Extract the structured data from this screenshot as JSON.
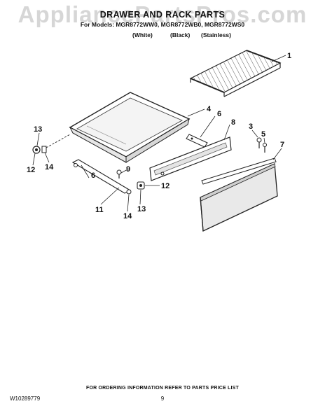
{
  "watermark": "AppliancePartsPros.com",
  "header": {
    "title": "DRAWER AND RACK PARTS",
    "models": "For Models: MGR8772WW0, MGR8772WB0, MGR8772WS0",
    "variants": [
      "(White)",
      "(Black)",
      "(Stainless)"
    ]
  },
  "callouts": [
    "1",
    "4",
    "6",
    "8",
    "3",
    "5",
    "7",
    "13",
    "12",
    "14",
    "6",
    "9",
    "12",
    "11",
    "14",
    "13"
  ],
  "footer": {
    "note": "FOR ORDERING INFORMATION REFER TO PARTS PRICE LIST",
    "doc_id": "W10289779",
    "page": "9"
  }
}
